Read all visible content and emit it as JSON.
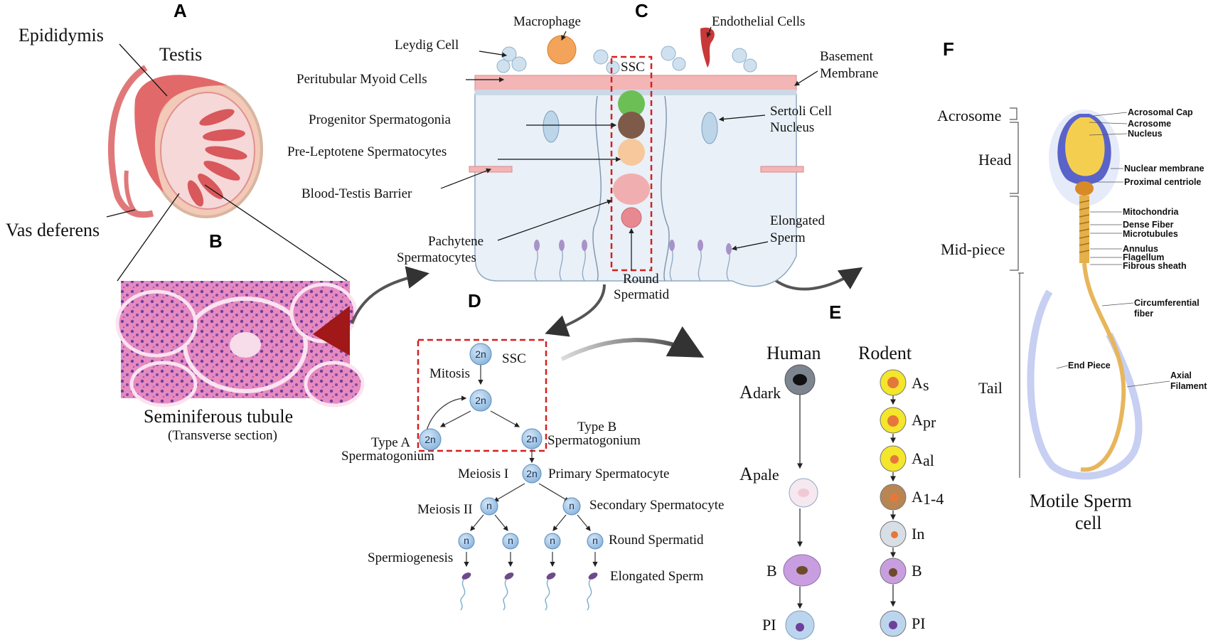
{
  "panels": {
    "a": "A",
    "b": "B",
    "c": "C",
    "d": "D",
    "e": "E",
    "f": "F"
  },
  "panel_a": {
    "epididymis": "Epididymis",
    "testis": "Testis",
    "vas_deferens": "Vas deferens"
  },
  "panel_b": {
    "title": "Seminiferous tubule",
    "subtitle": "(Transverse section)"
  },
  "panel_c": {
    "macrophage": "Macrophage",
    "endothelial": "Endothelial Cells",
    "leydig": "Leydig Cell",
    "basement1": "Basement",
    "basement2": "Membrane",
    "peritubular": "Peritubular Myoid Cells",
    "ssc": "SSC",
    "sertoli1": "Sertoli Cell",
    "sertoli2": "Nucleus",
    "progenitor": "Progenitor Spermatogonia",
    "preleptotene": "Pre-Leptotene Spermatocytes",
    "btb": "Blood-Testis Barrier",
    "elongated1": "Elongated",
    "elongated2": "Sperm",
    "pachytene1": "Pachytene",
    "pachytene2": "Spermatocytes",
    "round1": "Round",
    "round2": "Spermatid"
  },
  "panel_d": {
    "ssc": "SSC",
    "mitosis": "Mitosis",
    "type_a1": "Type A",
    "type_a2": "Spermatogonium",
    "type_b1": "Type B",
    "type_b2": "Spermatogonium",
    "meiosis1": "Meiosis I",
    "primary": "Primary Spermatocyte",
    "meiosis2": "Meiosis II",
    "secondary": "Secondary Spermatocyte",
    "round": "Round Spermatid",
    "spermiogenesis": "Spermiogenesis",
    "elongated": "Elongated Sperm",
    "two_n": "2n",
    "n": "n"
  },
  "panel_e": {
    "human": "Human",
    "rodent": "Rodent",
    "human_cells": [
      {
        "big": "A",
        "sub": "dark"
      },
      {
        "big": "A",
        "sub": "pale"
      },
      {
        "big": "B",
        "sub": ""
      },
      {
        "big": "PI",
        "sub": ""
      }
    ],
    "rodent_cells": [
      {
        "big": "A",
        "sub": "s"
      },
      {
        "big": "A",
        "sub": "pr"
      },
      {
        "big": "A",
        "sub": "al"
      },
      {
        "big": "A",
        "sub": "1-4"
      },
      {
        "big": "In",
        "sub": ""
      },
      {
        "big": "B",
        "sub": ""
      },
      {
        "big": "PI",
        "sub": ""
      }
    ]
  },
  "panel_f": {
    "acrosome": "Acrosome",
    "head": "Head",
    "midpiece": "Mid-piece",
    "tail": "Tail",
    "acrosomal_cap": "Acrosomal Cap",
    "acrosome_s": "Acrosome",
    "nucleus": "Nucleus",
    "nuclear_membrane": "Nuclear membrane",
    "proximal_centriole": "Proximal centriole",
    "mitochondria": "Mitochondria",
    "dense_fiber": "Dense Fiber",
    "microtubules": "Microtubules",
    "annulus": "Annulus",
    "flagellum": "Flagellum",
    "fibrous_sheath": "Fibrous sheath",
    "circ1": "Circumferential",
    "circ2": "fiber",
    "end_piece": "End Piece",
    "axial1": "Axial",
    "axial2": "Filament",
    "caption1": "Motile Sperm",
    "caption2": "cell"
  },
  "colors": {
    "dashed_box": "#d42020",
    "arrow": "#444444",
    "cell_blue": "#a9cbe8",
    "tissue_pink": "#e48cc0"
  }
}
